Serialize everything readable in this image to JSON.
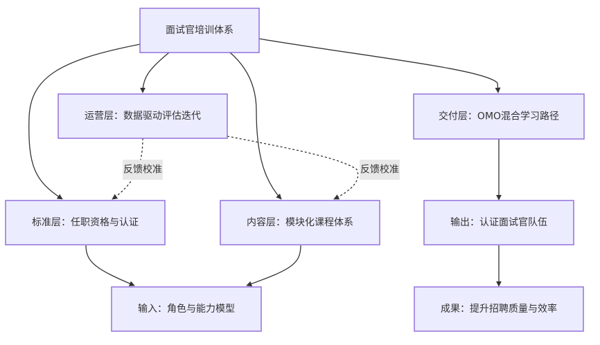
{
  "diagram": {
    "type": "flowchart",
    "nodes": {
      "root": "面试官培训体系",
      "ops": "运营层：数据驱动评估迭代",
      "delivery": "交付层：OMO混合学习路径",
      "standard": "标准层：任职资格与认证",
      "content": "内容层：模块化课程体系",
      "output": "输出：认证面试官队伍",
      "input": "输入：角色与能力模型",
      "result": "成果：提升招聘质量与效率"
    },
    "edge_labels": {
      "ops_to_standard": "反馈校准",
      "ops_to_content": "反馈校准"
    },
    "edges": [
      {
        "from": "root",
        "to": "ops",
        "style": "solid"
      },
      {
        "from": "root",
        "to": "standard",
        "style": "solid"
      },
      {
        "from": "root",
        "to": "content",
        "style": "solid"
      },
      {
        "from": "root",
        "to": "delivery",
        "style": "solid"
      },
      {
        "from": "ops",
        "to": "standard",
        "style": "dotted",
        "label": "反馈校准"
      },
      {
        "from": "ops",
        "to": "content",
        "style": "dotted",
        "label": "反馈校准"
      },
      {
        "from": "standard",
        "to": "input",
        "style": "solid"
      },
      {
        "from": "content",
        "to": "input",
        "style": "solid"
      },
      {
        "from": "delivery",
        "to": "output",
        "style": "solid"
      },
      {
        "from": "output",
        "to": "result",
        "style": "solid"
      }
    ],
    "colors": {
      "node_fill": "#ECECFF",
      "node_stroke": "#9370DB",
      "edge": "#333333",
      "label_bg": "#e8e8e8"
    }
  }
}
